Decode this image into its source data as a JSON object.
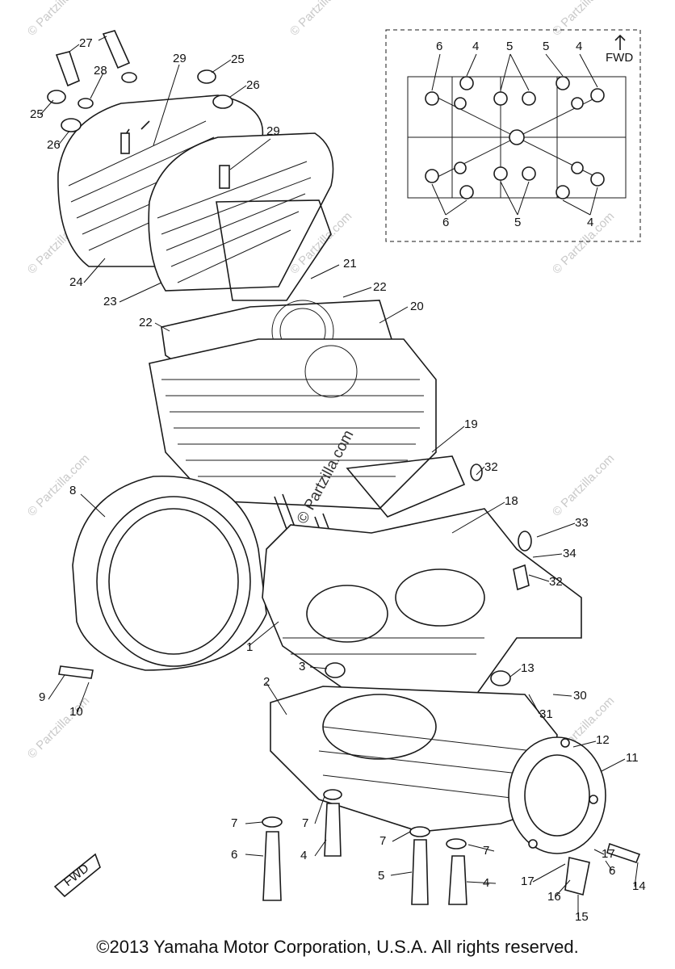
{
  "inset": {
    "fwd_label": "FWD",
    "labels": [
      "6",
      "4",
      "5",
      "5",
      "4",
      "6",
      "5",
      "4"
    ]
  },
  "callouts": [
    {
      "n": "27"
    },
    {
      "n": "29"
    },
    {
      "n": "25"
    },
    {
      "n": "28"
    },
    {
      "n": "26"
    },
    {
      "n": "25"
    },
    {
      "n": "26"
    },
    {
      "n": "29"
    },
    {
      "n": "24"
    },
    {
      "n": "23"
    },
    {
      "n": "21"
    },
    {
      "n": "22"
    },
    {
      "n": "22"
    },
    {
      "n": "20"
    },
    {
      "n": "19"
    },
    {
      "n": "32"
    },
    {
      "n": "8"
    },
    {
      "n": "18"
    },
    {
      "n": "33"
    },
    {
      "n": "34"
    },
    {
      "n": "32"
    },
    {
      "n": "1"
    },
    {
      "n": "3"
    },
    {
      "n": "13"
    },
    {
      "n": "9"
    },
    {
      "n": "10"
    },
    {
      "n": "2"
    },
    {
      "n": "30"
    },
    {
      "n": "31"
    },
    {
      "n": "12"
    },
    {
      "n": "11"
    },
    {
      "n": "7"
    },
    {
      "n": "7"
    },
    {
      "n": "7"
    },
    {
      "n": "7"
    },
    {
      "n": "6"
    },
    {
      "n": "4"
    },
    {
      "n": "5"
    },
    {
      "n": "4"
    },
    {
      "n": "17"
    },
    {
      "n": "6"
    },
    {
      "n": "17"
    },
    {
      "n": "16"
    },
    {
      "n": "14"
    },
    {
      "n": "15"
    }
  ],
  "fwd_badge": "FWD",
  "watermark": "© Partzilla.com",
  "copyright": "©2013 Yamaha Motor Corporation, U.S.A. All rights reserved."
}
